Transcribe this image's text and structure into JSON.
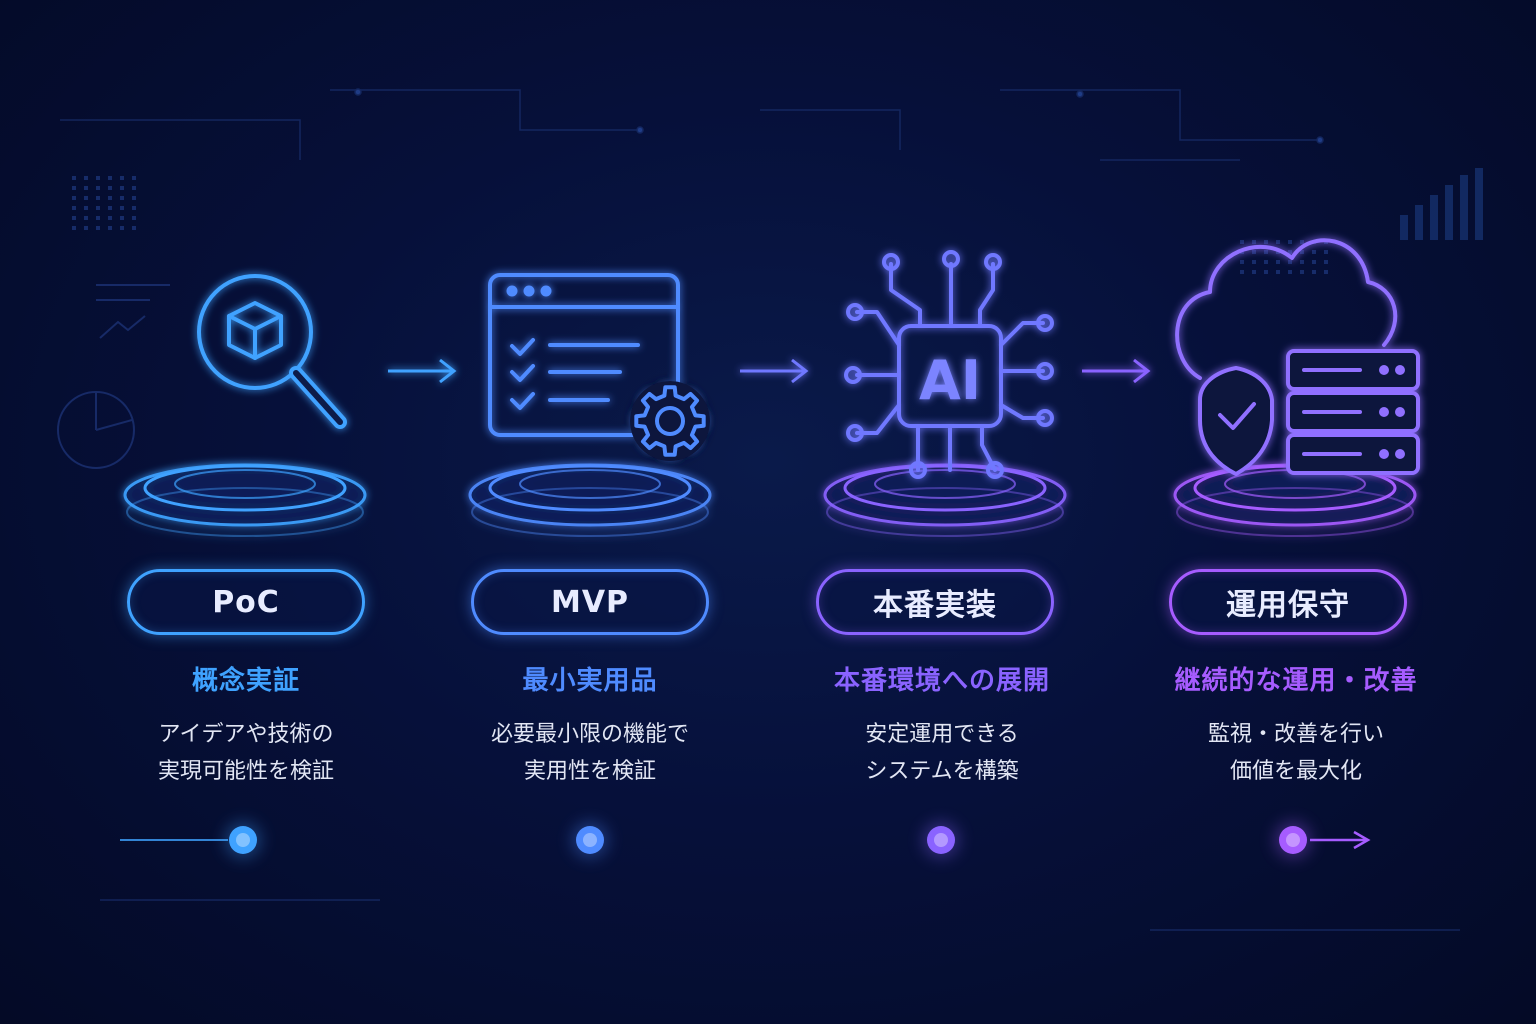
{
  "steps": [
    {
      "title": "PoC",
      "subtitle": "概念実証",
      "desc": [
        "アイデアや技術の",
        "実現可能性を検証"
      ],
      "color": "#3fa2ff"
    },
    {
      "title": "MVP",
      "subtitle": "最小実用品",
      "desc": [
        "必要最小限の機能で",
        "実用性を検証"
      ],
      "color": "#4f8bff"
    },
    {
      "title": "本番実装",
      "subtitle": "本番環境への展開",
      "desc": [
        "安定運用できる",
        "システムを構築"
      ],
      "color": "#8a63ff"
    },
    {
      "title": "運用保守",
      "subtitle": "継続的な運用・改善",
      "desc": [
        "監視・改善を行い",
        "価値を最大化"
      ],
      "color": "#a65cff"
    }
  ],
  "ai_chip_label": "AI",
  "icons": [
    "magnifier-cube-icon",
    "browser-checklist-gear-icon",
    "ai-chip-icon",
    "cloud-shield-server-icon"
  ],
  "colors": {
    "background": "#06103a",
    "blue": "#3fa2ff",
    "indigo": "#4f8bff",
    "violet": "#8a63ff",
    "purple": "#a65cff"
  }
}
